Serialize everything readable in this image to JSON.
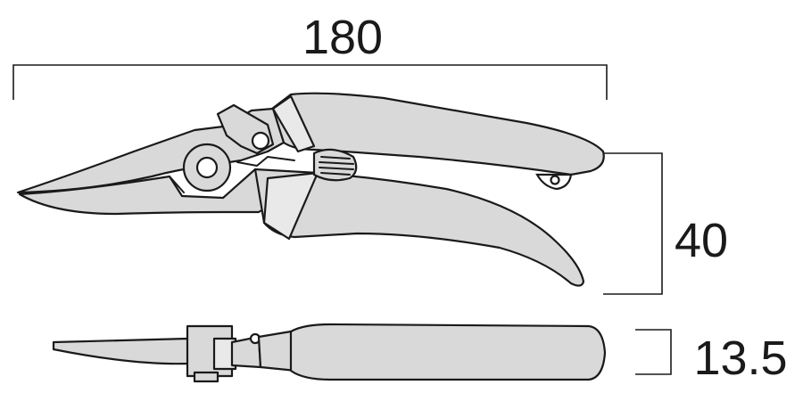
{
  "dimensions": {
    "length": "180",
    "height": "40",
    "thickness": "13.5"
  },
  "colors": {
    "outline": "#1a1a1a",
    "fill": "#d9d9d9",
    "background": "#ffffff"
  }
}
